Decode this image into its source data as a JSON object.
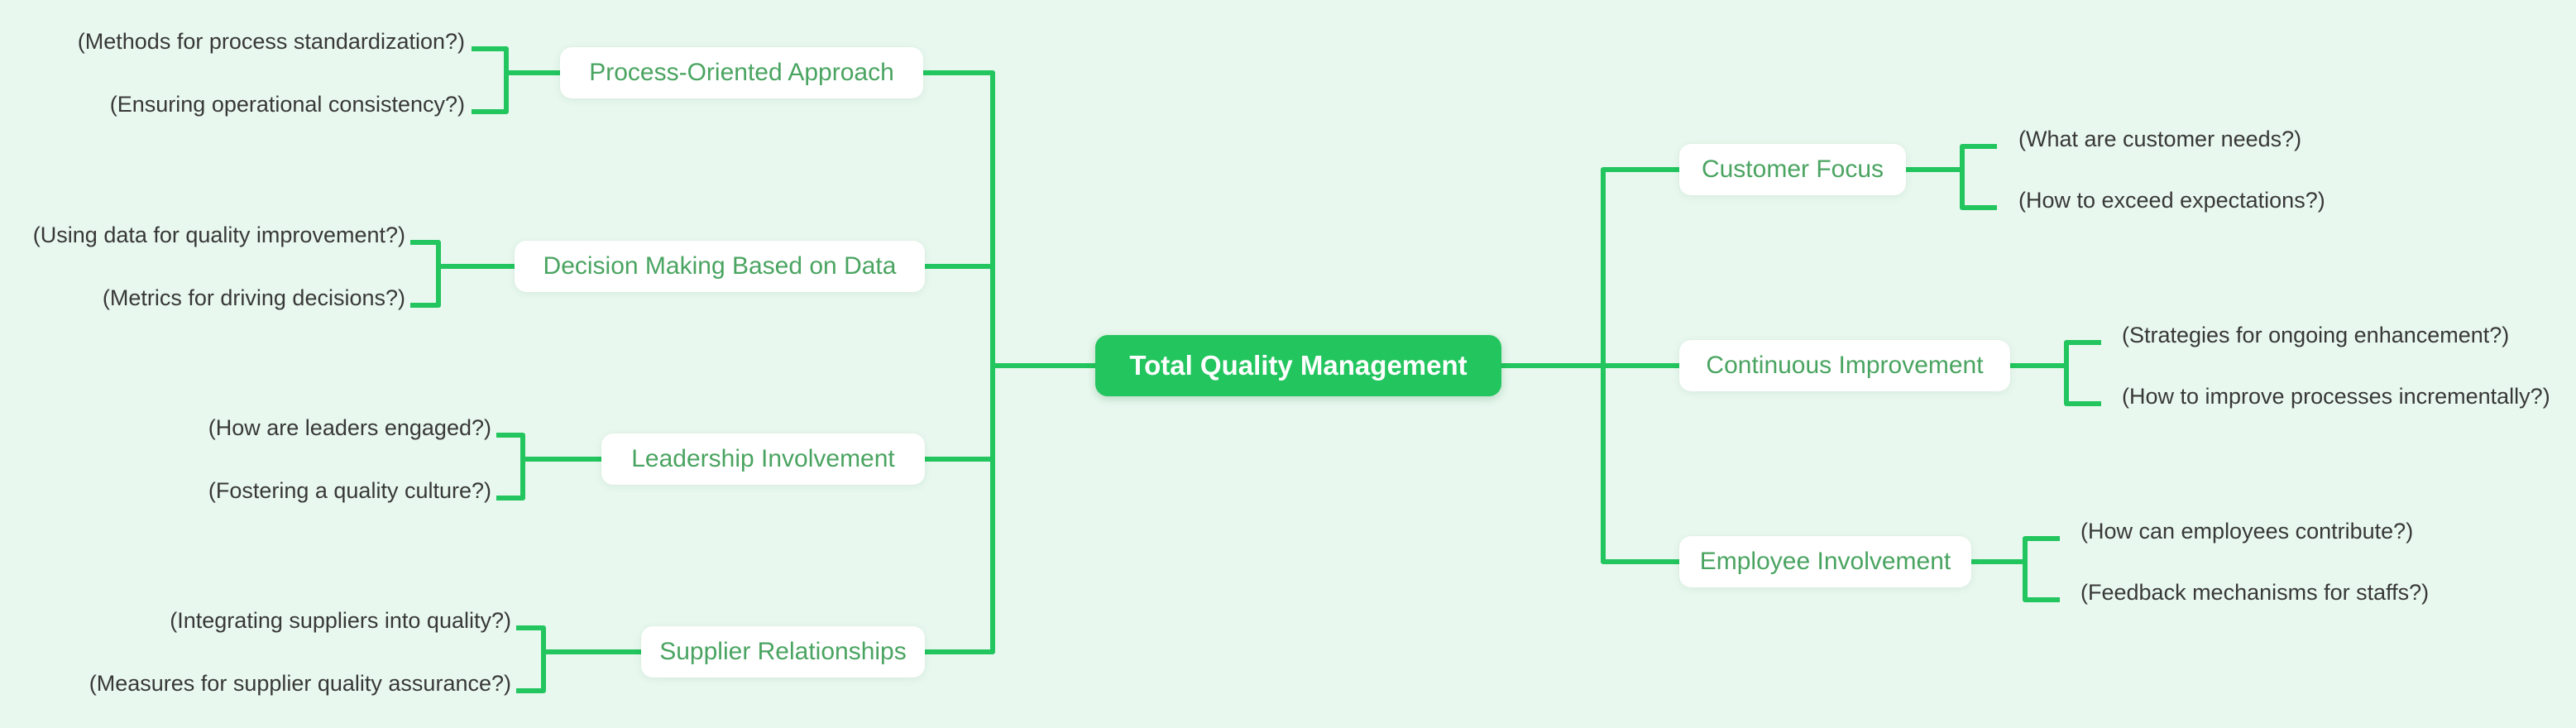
{
  "colors": {
    "background": "#e8f8ee",
    "connector_green": "#22c55e",
    "central_node_background": "#22c55e",
    "central_node_text": "#ffffff",
    "branch_node_background": "#ffffff",
    "branch_node_text": "#4aa461",
    "leaf_text": "#383838"
  },
  "central": {
    "label": "Total Quality Management"
  },
  "left": [
    {
      "label": "Process-Oriented Approach",
      "children": [
        "(Methods for process standardization?)",
        "(Ensuring operational consistency?)"
      ]
    },
    {
      "label": "Decision Making Based on Data",
      "children": [
        "(Using data for quality improvement?)",
        "(Metrics for driving decisions?)"
      ]
    },
    {
      "label": "Leadership Involvement",
      "children": [
        "(How are leaders engaged?)",
        "(Fostering a quality culture?)"
      ]
    },
    {
      "label": "Supplier Relationships",
      "children": [
        "(Integrating suppliers into quality?)",
        "(Measures for supplier quality assurance?)"
      ]
    }
  ],
  "right": [
    {
      "label": "Customer Focus",
      "children": [
        "(What are customer needs?)",
        "(How to exceed expectations?)"
      ]
    },
    {
      "label": "Continuous Improvement",
      "children": [
        "(Strategies for ongoing enhancement?)",
        "(How to improve processes incrementally?)"
      ]
    },
    {
      "label": "Employee Involvement",
      "children": [
        "(How can employees contribute?)",
        "(Feedback mechanisms for staffs?)"
      ]
    }
  ]
}
